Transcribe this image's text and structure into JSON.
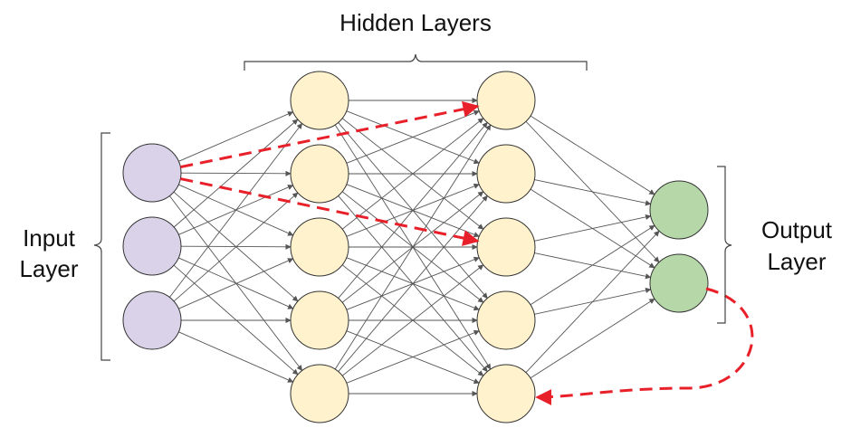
{
  "labels": {
    "hidden": "Hidden Layers",
    "input_line1": "Input",
    "input_line2": "Layer",
    "output_line1": "Output",
    "output_line2": "Layer"
  },
  "layers": [
    {
      "name": "input",
      "count": 3,
      "fill": "#d9d2e9"
    },
    {
      "name": "hidden-1",
      "count": 5,
      "fill": "#fff2cc"
    },
    {
      "name": "hidden-2",
      "count": 5,
      "fill": "#fff2cc"
    },
    {
      "name": "output",
      "count": 2,
      "fill": "#b6d7a8"
    }
  ],
  "colors": {
    "node_stroke": "#333333",
    "edge": "#555555",
    "highlight": "#e8202a",
    "bracket": "#444444"
  },
  "highlight_paths": [
    {
      "from": [
        0,
        0
      ],
      "to": [
        2,
        0
      ]
    },
    {
      "from": [
        0,
        0
      ],
      "to": [
        2,
        2
      ]
    },
    {
      "from": [
        3,
        1
      ],
      "to": [
        2,
        4
      ],
      "type": "feedback"
    }
  ]
}
